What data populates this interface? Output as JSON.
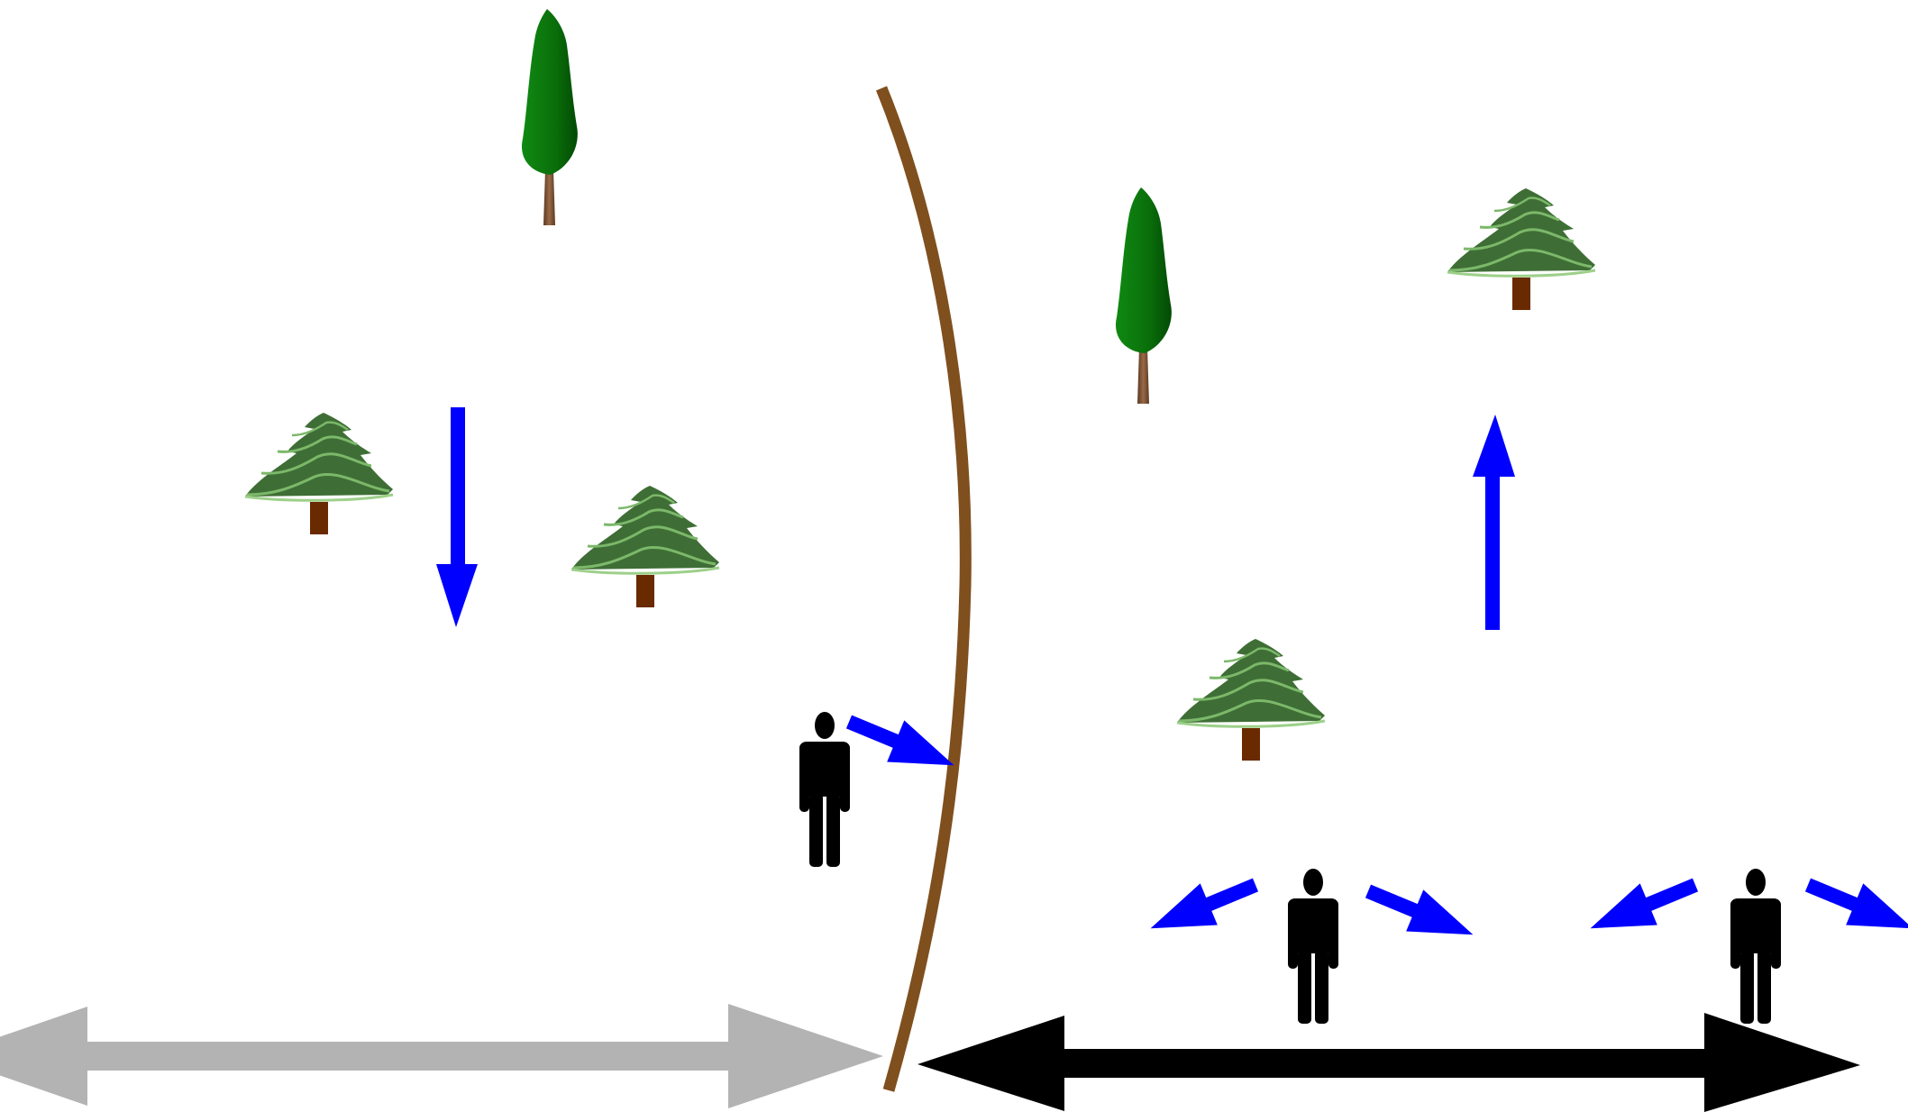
{
  "colors": {
    "background": "#ffffff",
    "river": "#7f4f1e",
    "movement_arrow": "#0000ff",
    "person": "#000000",
    "extent_arrow_gray": "#b3b3b3",
    "extent_arrow_black": "#000000",
    "pine_dark": "#3e6e35",
    "pine_light": "#6fa860",
    "cypress": "#0a6e0a",
    "trunk": "#6a2a00"
  },
  "icons": [
    "pine-tree-icon",
    "cypress-tree-icon",
    "person-icon",
    "river-curve",
    "blue-arrow",
    "double-arrow"
  ]
}
